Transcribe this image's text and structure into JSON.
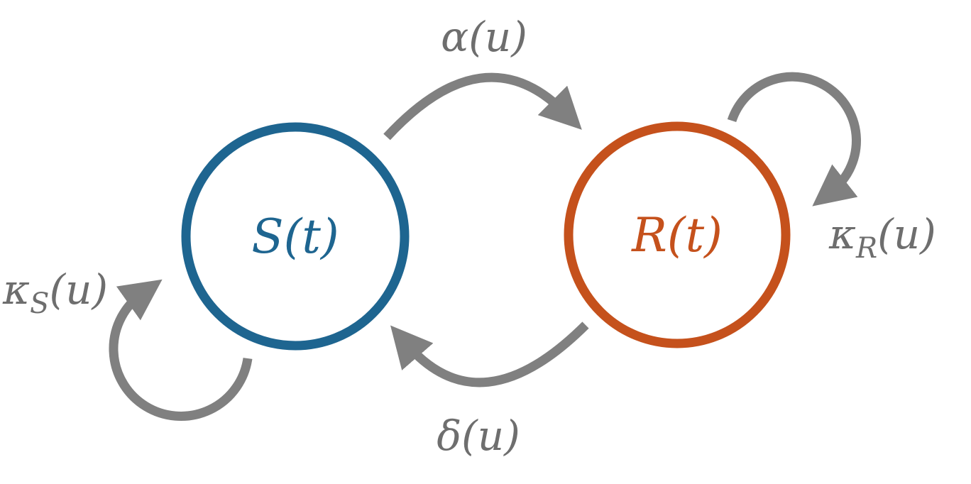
{
  "diagram": {
    "type": "state-transition-diagram",
    "colors": {
      "s_state": "#1E6590",
      "r_state": "#C5511C",
      "arrow": "#808080",
      "label_text": "#6E6E6E"
    },
    "states": [
      {
        "name": "S",
        "label": "S(t)"
      },
      {
        "name": "R",
        "label": "R(t)"
      }
    ],
    "transitions": [
      {
        "name": "s-to-r",
        "position": "top",
        "label": "α(u)"
      },
      {
        "name": "r-to-s",
        "position": "bottom",
        "label": "δ(u)"
      },
      {
        "name": "s-self-loop",
        "position": "left",
        "label_base": "κ",
        "label_sub": "S",
        "label_rest": "(u)"
      },
      {
        "name": "r-self-loop",
        "position": "right",
        "label_base": "κ",
        "label_sub": "R",
        "label_rest": "(u)"
      }
    ]
  }
}
